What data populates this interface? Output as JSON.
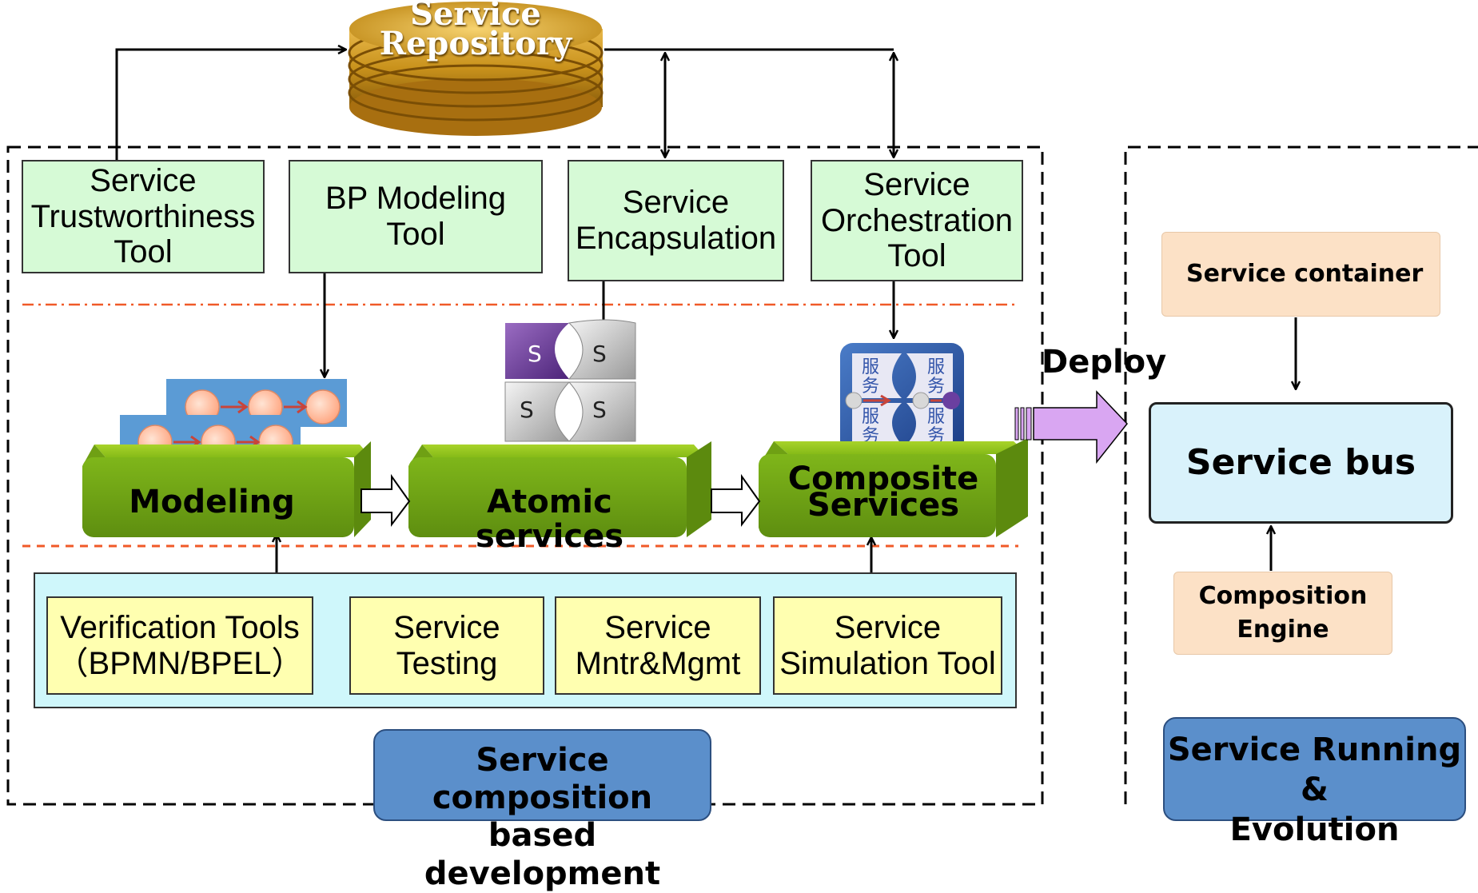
{
  "repository": {
    "title": "Service\nRepository"
  },
  "tools": {
    "trust": "Service\nTrustworthiness\nTool",
    "bp_modeling": "BP Modeling\nTool",
    "encapsulation": "Service\nEncapsulation",
    "orchestration": "Service\nOrchestration\nTool"
  },
  "stages": {
    "modeling": "Modeling",
    "atomic": "Atomic services",
    "composite": "Composite\nServices"
  },
  "icons": {
    "atomic_letter": "S",
    "composite_chars": [
      "服",
      "务",
      "服",
      "务",
      "服",
      "务",
      "服",
      "务"
    ]
  },
  "deploy_label": "Deploy",
  "bottom_tools": {
    "verification": "Verification Tools\n（BPMN/BPEL）",
    "testing": "Service\nTesting",
    "mntr": "Service\nMntr&Mgmt",
    "simulation": "Service\nSimulation Tool"
  },
  "dev_badge": "Service composition\nbased development",
  "runtime": {
    "container": "Service container",
    "bus": "Service bus",
    "engine": "Composition\nEngine",
    "badge": "Service Running &\nEvolution"
  },
  "colors": {
    "tool_fill": "#d6fad6",
    "yellow_tool_fill": "#ffffb0",
    "platform_green": "#7fb61a",
    "bus_fill": "#d9f2fb",
    "peach_fill": "#fce1c6",
    "badge_blue": "#5b8fcb",
    "deploy_arrow": "#d9a6f2",
    "separator": "#f05a28",
    "node_fill": "#ffc6a8",
    "node_band": "#5b9bd5"
  }
}
